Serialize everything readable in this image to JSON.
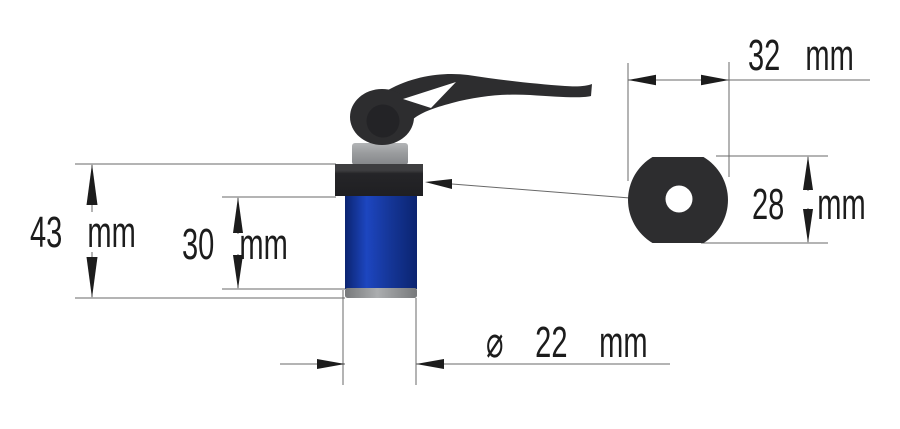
{
  "dimensions": {
    "total_height": {
      "value": "43",
      "unit": "mm"
    },
    "body_height": {
      "value": "30",
      "unit": "mm"
    },
    "hub_width": {
      "value": "32",
      "unit": "mm"
    },
    "hub_height": {
      "value": "28",
      "unit": "mm"
    },
    "body_diameter": {
      "symbol": "⌀",
      "value": "22",
      "unit": "mm"
    }
  },
  "colors": {
    "ink": "#1c1c1c",
    "line": "#686868",
    "part_dark": "#2d2d2f",
    "part_darker": "#232326",
    "nut_top": "#3e3e40",
    "nut_body": "#252528",
    "nut_bottom": "#1f1f22",
    "collar_light": "#b3b5b7",
    "collar_mid": "#9a9c9e",
    "collar_dark": "#85878a",
    "body_blue": "#1d46c0",
    "body_blue_mid": "#153698",
    "body_blue_dark": "#0b2470",
    "rim_light": "#abadaf",
    "rim_dark": "#77797b",
    "hole": "#ffffff"
  }
}
